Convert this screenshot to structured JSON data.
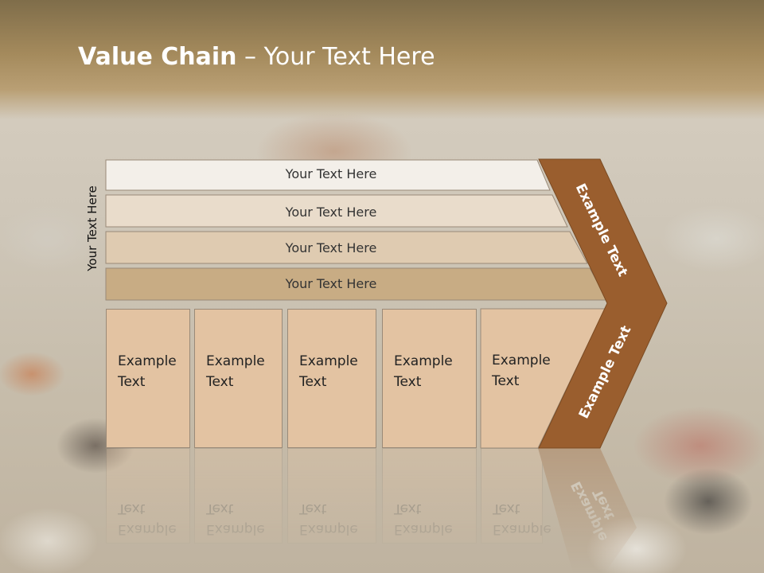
{
  "title": {
    "bold": "Value Chain",
    "rest": " – Your Text Here"
  },
  "side_label": "Your Text Here",
  "rows": [
    {
      "label": "Your Text Here",
      "color": "#f3efe9"
    },
    {
      "label": "Your Text Here",
      "color": "#e9dccb"
    },
    {
      "label": "Your Text Here",
      "color": "#dfcbb1"
    },
    {
      "label": "Your Text Here",
      "color": "#c8ac84"
    }
  ],
  "cells": [
    {
      "line1": "Example",
      "line2": "Text"
    },
    {
      "line1": "Example",
      "line2": "Text"
    },
    {
      "line1": "Example",
      "line2": "Text"
    },
    {
      "line1": "Example",
      "line2": "Text"
    },
    {
      "line1": "Example",
      "line2": "Text"
    }
  ],
  "chevron": {
    "upper_label": "Example Text",
    "lower_label": "Example Text",
    "color": "#9a5e2e"
  }
}
